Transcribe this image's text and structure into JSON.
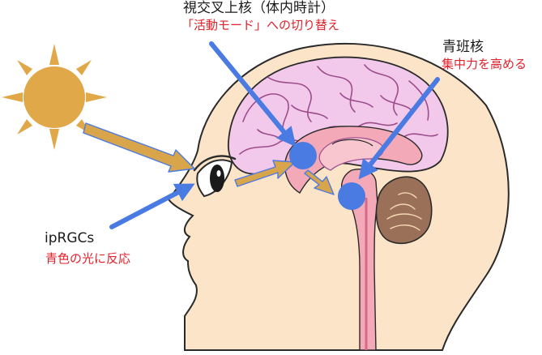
{
  "colors": {
    "skin": "#fbe4c8",
    "outline": "#2a2a2a",
    "brain": "#f2c9ea",
    "brain_fold": "#9c4d8c",
    "inner": "#f4a9b8",
    "cerebellum": "#9a7158",
    "marker": "#4a7be3",
    "arrow_gold": "#d9a54a",
    "sun": "#e0a848",
    "annotation_red": "#e0222c"
  },
  "labels": {
    "scn": {
      "title": "視交叉上核（体内時計）",
      "note": "「活動モード」への切り替え"
    },
    "lc": {
      "title": "青班核",
      "note": "集中力を高める"
    },
    "iprgc": {
      "title": "ipRGCs",
      "note": "青色の光に反応"
    }
  },
  "icons": [
    "sun-icon",
    "eye-icon",
    "brain-illustration"
  ]
}
